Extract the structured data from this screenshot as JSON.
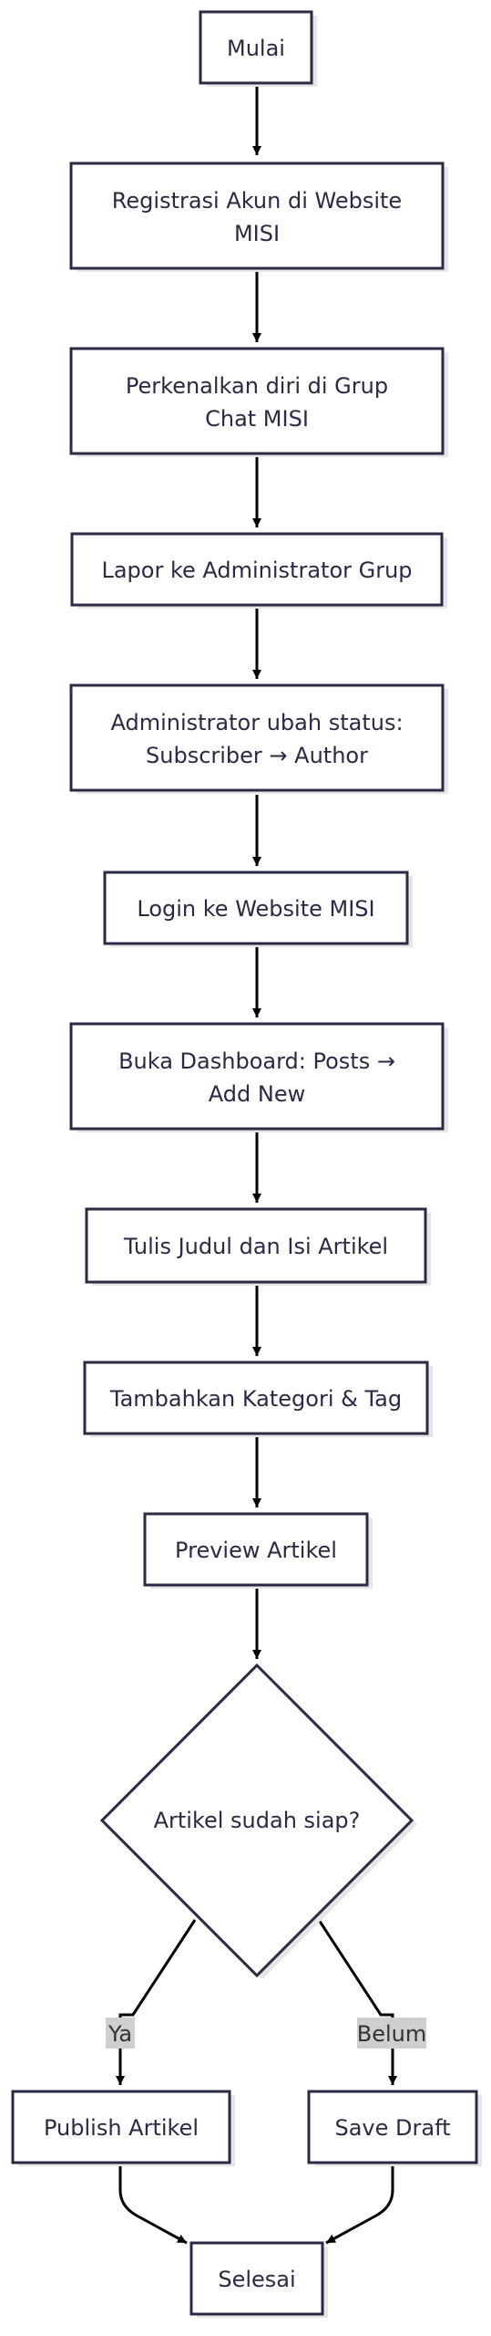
{
  "diagram": {
    "colors": {
      "stroke": "#2a2a44",
      "shadow": "#e6e6e6",
      "text": "#2a2a44",
      "edge": "#000000",
      "label_bg": "#cfcfcf",
      "label_text": "#333333",
      "background": "#ffffff"
    },
    "nodes": {
      "start": "Mulai",
      "register": [
        "Registrasi Akun di Website",
        "MISI"
      ],
      "introduce": [
        "Perkenalkan diri di Grup",
        "Chat MISI"
      ],
      "report": "Lapor ke Administrator Grup",
      "admin_status": [
        "Administrator ubah status:",
        "Subscriber → Author"
      ],
      "login": "Login ke Website MISI",
      "dashboard": [
        "Buka Dashboard: Posts →",
        "Add New"
      ],
      "write": "Tulis Judul dan Isi Artikel",
      "categories": "Tambahkan Kategori & Tag",
      "preview": "Preview Artikel",
      "decision": "Artikel sudah siap?",
      "publish": "Publish Artikel",
      "draft": "Save Draft",
      "end": "Selesai"
    },
    "edge_labels": {
      "yes": "Ya",
      "no": "Belum"
    }
  }
}
